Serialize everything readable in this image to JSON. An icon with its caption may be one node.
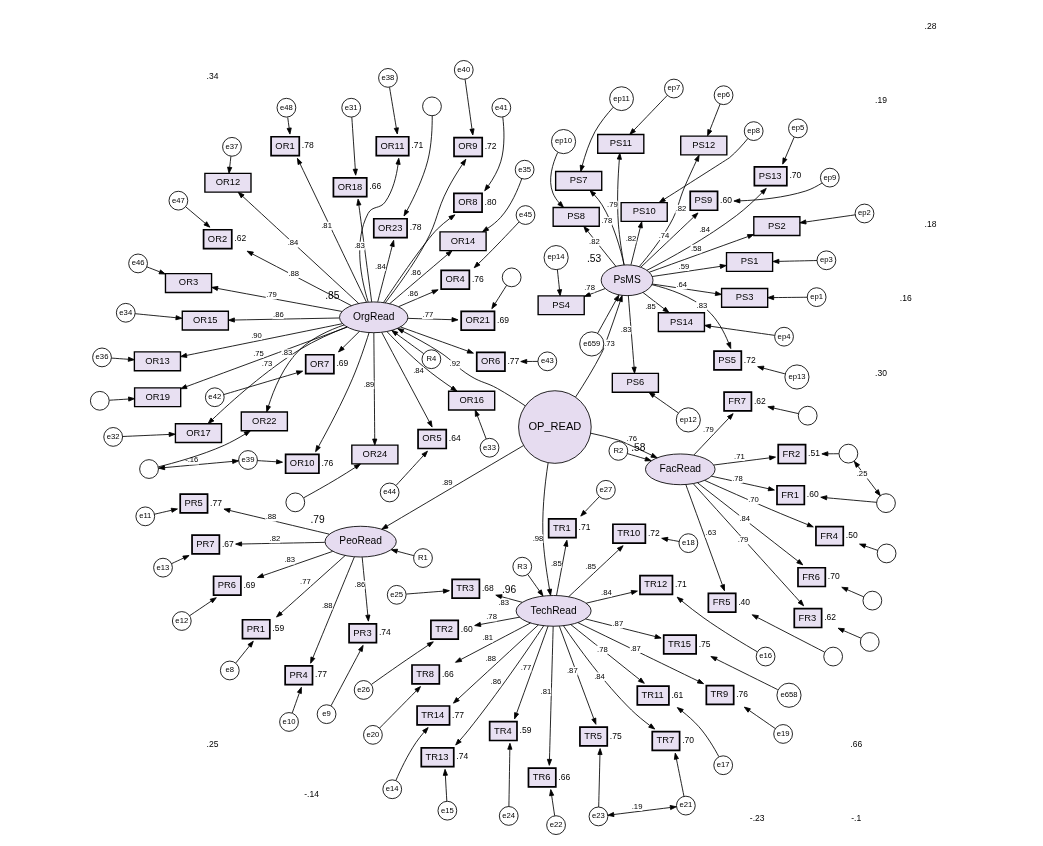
{
  "diagram": {
    "nodes": [
      {
        "text": [
          "OP_READ"
        ]
      },
      {
        "text": [
          "PeoRead"
        ],
        "beside": [
          ".79"
        ]
      },
      {
        "text": [
          "FacRead"
        ],
        "beside": [
          ".58"
        ]
      },
      {
        "text": [
          "OrgRead"
        ],
        "beside": [
          ".85"
        ]
      },
      {
        "text": [
          "PsMS"
        ],
        "beside": [
          ".53"
        ]
      },
      {
        "text": [
          "TechRead"
        ],
        "beside": [
          ".96"
        ]
      },
      {
        "text": [
          "R1"
        ]
      },
      {
        "text": [
          "R2"
        ]
      },
      {
        "text": [
          "R4"
        ]
      },
      {
        "text": [
          "e659"
        ]
      },
      {
        "text": [
          "R3"
        ]
      },
      {
        "text": [
          "PR1"
        ],
        "beside": [
          ".59"
        ]
      },
      {
        "text": [
          "e8"
        ]
      },
      {
        "text": [
          "PR3"
        ],
        "beside": [
          ".74"
        ]
      },
      {
        "text": [
          "e9"
        ]
      },
      {
        "text": [
          "PR4"
        ],
        "beside": [
          ".77"
        ]
      },
      {
        "text": [
          "e10"
        ]
      },
      {
        "text": [
          "PR5"
        ],
        "beside": [
          ".77"
        ]
      },
      {
        "text": [
          "e11"
        ]
      },
      {
        "text": [
          "PR6"
        ],
        "beside": [
          ".69"
        ]
      },
      {
        "text": [
          "e12"
        ]
      },
      {
        "text": [
          "PR7"
        ],
        "beside": [
          ".67"
        ]
      },
      {
        "text": [
          "e13"
        ]
      },
      {
        "text": [
          "FR7"
        ],
        "beside": [
          ".62"
        ]
      },
      {
        "text": [],
        "shape": "circle"
      },
      {
        "text": [
          "FR6"
        ],
        "beside": [
          ".70"
        ]
      },
      {
        "text": [],
        "shape": "circle"
      },
      {
        "text": [
          "FR5"
        ],
        "beside": [
          ".40"
        ]
      },
      {
        "text": [],
        "shape": "circle"
      },
      {
        "text": [
          "FR4"
        ],
        "beside": [
          ".50"
        ]
      },
      {
        "text": [],
        "shape": "circle"
      },
      {
        "text": [
          "FR3"
        ],
        "beside": [
          ".62"
        ]
      },
      {
        "text": [],
        "shape": "circle"
      },
      {
        "text": [
          "FR2"
        ],
        "beside": [
          ".51"
        ]
      },
      {
        "text": [],
        "shape": "circle"
      },
      {
        "text": [
          "FR1"
        ],
        "beside": [
          ".60"
        ]
      },
      {
        "text": [],
        "shape": "circle"
      },
      {
        "text": [
          "OR1"
        ],
        "beside": [
          ".78"
        ]
      },
      {
        "text": [
          "e48"
        ]
      },
      {
        "text": [
          "OR2"
        ],
        "beside": [
          ".62"
        ]
      },
      {
        "text": [
          "e47"
        ]
      },
      {
        "text": [
          "OR3"
        ]
      },
      {
        "text": [
          "e46"
        ]
      },
      {
        "text": [
          "OR4"
        ],
        "beside": [
          ".76"
        ]
      },
      {
        "text": [
          "e45"
        ]
      },
      {
        "text": [
          "OR5"
        ],
        "beside": [
          ".64"
        ]
      },
      {
        "text": [
          "e44"
        ]
      },
      {
        "text": [
          "OR6"
        ],
        "beside": [
          ".77"
        ]
      },
      {
        "text": [
          "e43"
        ]
      },
      {
        "text": [
          "OR7"
        ],
        "beside": [
          ".69"
        ]
      },
      {
        "text": [
          "e42"
        ]
      },
      {
        "text": [
          "OR8"
        ],
        "beside": [
          ".80"
        ]
      },
      {
        "text": [
          "e41"
        ]
      },
      {
        "text": [
          "OR9"
        ],
        "beside": [
          ".72"
        ]
      },
      {
        "text": [
          "e40"
        ]
      },
      {
        "text": [
          "OR10"
        ],
        "beside": [
          ".76"
        ]
      },
      {
        "text": [
          "e39"
        ]
      },
      {
        "text": [
          "OR11"
        ],
        "beside": [
          ".71"
        ]
      },
      {
        "text": [
          "e38"
        ]
      },
      {
        "text": [
          "OR12"
        ]
      },
      {
        "text": [
          "e37"
        ]
      },
      {
        "text": [
          "OR13"
        ]
      },
      {
        "text": [
          "e36"
        ]
      },
      {
        "text": [
          "OR14"
        ]
      },
      {
        "text": [
          "e35"
        ]
      },
      {
        "text": [
          "OR15"
        ]
      },
      {
        "text": [
          "e34"
        ]
      },
      {
        "text": [
          "OR16"
        ]
      },
      {
        "text": [
          "e33"
        ]
      },
      {
        "text": [
          "OR17"
        ]
      },
      {
        "text": [
          "e32"
        ]
      },
      {
        "text": [
          "OR18"
        ],
        "beside": [
          ".66"
        ]
      },
      {
        "text": [
          "e31"
        ]
      },
      {
        "text": [
          "OR19"
        ]
      },
      {
        "text": [],
        "shape": "circle"
      },
      {
        "text": [
          "OR21"
        ],
        "beside": [
          ".69"
        ]
      },
      {
        "text": [],
        "shape": "circle"
      },
      {
        "text": [
          "OR22"
        ]
      },
      {
        "text": [],
        "shape": "circle"
      },
      {
        "text": [
          "OR23"
        ],
        "beside": [
          ".78"
        ]
      },
      {
        "text": [],
        "shape": "circle"
      },
      {
        "text": [
          "OR24"
        ]
      },
      {
        "text": [],
        "shape": "circle"
      },
      {
        "text": [
          "PS13"
        ],
        "beside": [
          ".70"
        ]
      },
      {
        "text": [
          "ep5"
        ]
      },
      {
        "text": [
          "PS12"
        ]
      },
      {
        "text": [
          "ep6"
        ]
      },
      {
        "text": [
          "PS11"
        ]
      },
      {
        "text": [
          "ep7"
        ]
      },
      {
        "text": [
          "PS10"
        ]
      },
      {
        "text": [
          "ep8"
        ]
      },
      {
        "text": [
          "PS9"
        ],
        "beside": [
          ".60"
        ]
      },
      {
        "text": [
          "ep9"
        ]
      },
      {
        "text": [
          "PS7"
        ]
      },
      {
        "text": [
          "ep11"
        ]
      },
      {
        "text": [
          "PS6"
        ]
      },
      {
        "text": [
          "ep12"
        ]
      },
      {
        "text": [
          "PS5"
        ],
        "beside": [
          ".72"
        ]
      },
      {
        "text": [
          "ep13"
        ]
      },
      {
        "text": [
          "PS14"
        ]
      },
      {
        "text": [
          "ep4"
        ]
      },
      {
        "text": [
          "PS8"
        ]
      },
      {
        "text": [
          "ep10"
        ]
      },
      {
        "text": [
          "PS4"
        ]
      },
      {
        "text": [
          "ep14"
        ]
      },
      {
        "text": [
          "PS3"
        ]
      },
      {
        "text": [
          "ep1"
        ]
      },
      {
        "text": [
          "PS2"
        ]
      },
      {
        "text": [
          "ep2"
        ]
      },
      {
        "text": [
          "PS1"
        ]
      },
      {
        "text": [
          "ep3"
        ]
      },
      {
        "text": [
          "TR1"
        ],
        "beside": [
          ".71"
        ]
      },
      {
        "text": [
          "e27"
        ]
      },
      {
        "text": [
          "TR2"
        ],
        "beside": [
          ".60"
        ]
      },
      {
        "text": [
          "e26"
        ]
      },
      {
        "text": [
          "TR3"
        ],
        "beside": [
          ".68"
        ]
      },
      {
        "text": [
          "e25"
        ]
      },
      {
        "text": [
          "TR4"
        ],
        "beside": [
          ".59"
        ]
      },
      {
        "text": [
          "e24"
        ]
      },
      {
        "text": [
          "TR5"
        ],
        "beside": [
          ".75"
        ]
      },
      {
        "text": [
          "e23"
        ]
      },
      {
        "text": [
          "TR6"
        ],
        "beside": [
          ".66"
        ]
      },
      {
        "text": [
          "e22"
        ]
      },
      {
        "text": [
          "TR7"
        ],
        "beside": [
          ".70"
        ]
      },
      {
        "text": [
          "e21"
        ]
      },
      {
        "text": [
          "TR8"
        ],
        "beside": [
          ".66"
        ]
      },
      {
        "text": [
          "e20"
        ]
      },
      {
        "text": [
          "TR9"
        ],
        "beside": [
          ".76"
        ]
      },
      {
        "text": [
          "e19"
        ]
      },
      {
        "text": [
          "TR10"
        ],
        "beside": [
          ".72"
        ]
      },
      {
        "text": [
          "e18"
        ]
      },
      {
        "text": [
          "TR11"
        ],
        "beside": [
          ".61"
        ]
      },
      {
        "text": [
          "e17"
        ]
      },
      {
        "text": [
          "TR12"
        ],
        "beside": [
          ".71"
        ]
      },
      {
        "text": [
          "e16"
        ]
      },
      {
        "text": [
          "TR13"
        ],
        "beside": [
          ".74"
        ]
      },
      {
        "text": [
          "e15"
        ]
      },
      {
        "text": [
          "TR14"
        ],
        "beside": [
          ".77"
        ]
      },
      {
        "text": [
          "e14"
        ]
      },
      {
        "text": [
          "TR15"
        ],
        "beside": [
          ".75"
        ]
      },
      {
        "text": [
          "e658"
        ]
      }
    ],
    "edges": [
      {
        "from": 0,
        "to": 1,
        "arrow": "to",
        "label": ".89"
      },
      {
        "from": 0,
        "to": 2,
        "arrow": "to",
        "label": ".76"
      },
      {
        "from": 0,
        "to": 3,
        "arrow": "to",
        "label": ".92"
      },
      {
        "from": 0,
        "to": 4,
        "arrow": "to",
        "label": ".73"
      },
      {
        "from": 0,
        "to": 5,
        "arrow": "to",
        "label": ".98"
      },
      {
        "from": 6,
        "to": 1,
        "arrow": "to"
      },
      {
        "from": 7,
        "to": 2,
        "arrow": "to"
      },
      {
        "from": 8,
        "to": 3,
        "arrow": "to"
      },
      {
        "from": 9,
        "to": 4,
        "arrow": "to"
      },
      {
        "from": 10,
        "to": 5,
        "arrow": "to"
      },
      {
        "from": 1,
        "to": 11,
        "arrow": "to",
        "label": ".77"
      },
      {
        "from": 12,
        "to": 11,
        "arrow": "to"
      },
      {
        "from": 1,
        "to": 13,
        "arrow": "to",
        "label": ".86"
      },
      {
        "from": 14,
        "to": 13,
        "arrow": "to"
      },
      {
        "from": 1,
        "to": 15,
        "arrow": "to",
        "label": ".88"
      },
      {
        "from": 16,
        "to": 15,
        "arrow": "to"
      },
      {
        "from": 1,
        "to": 17,
        "arrow": "to",
        "label": ".88"
      },
      {
        "from": 18,
        "to": 17,
        "arrow": "to"
      },
      {
        "from": 1,
        "to": 19,
        "arrow": "to",
        "label": ".83"
      },
      {
        "from": 20,
        "to": 19,
        "arrow": "to"
      },
      {
        "from": 1,
        "to": 21,
        "arrow": "to",
        "label": ".82"
      },
      {
        "from": 22,
        "to": 21,
        "arrow": "to"
      },
      {
        "from": 2,
        "to": 23,
        "arrow": "to",
        "label": ".79"
      },
      {
        "from": 24,
        "to": 23,
        "arrow": "to"
      },
      {
        "from": 2,
        "to": 25,
        "arrow": "to",
        "label": ".84"
      },
      {
        "from": 26,
        "to": 25,
        "arrow": "to"
      },
      {
        "from": 2,
        "to": 27,
        "arrow": "to",
        "label": ".63"
      },
      {
        "from": 28,
        "to": 27,
        "arrow": "to"
      },
      {
        "from": 2,
        "to": 29,
        "arrow": "to",
        "label": ".70"
      },
      {
        "from": 30,
        "to": 29,
        "arrow": "to"
      },
      {
        "from": 2,
        "to": 31,
        "arrow": "to",
        "label": ".79"
      },
      {
        "from": 32,
        "to": 31,
        "arrow": "to"
      },
      {
        "from": 2,
        "to": 33,
        "arrow": "to",
        "label": ".71"
      },
      {
        "from": 34,
        "to": 33,
        "arrow": "to"
      },
      {
        "from": 2,
        "to": 35,
        "arrow": "to",
        "label": ".78"
      },
      {
        "from": 36,
        "to": 35,
        "arrow": "to"
      },
      {
        "from": 34,
        "to": 36,
        "arrow": "both",
        "label": ".25"
      },
      {
        "from": 3,
        "to": 37,
        "arrow": "to",
        "label": ".81"
      },
      {
        "from": 38,
        "to": 37,
        "arrow": "to"
      },
      {
        "from": 3,
        "to": 39,
        "arrow": "to",
        "label": ".88"
      },
      {
        "from": 40,
        "to": 39,
        "arrow": "to"
      },
      {
        "from": 3,
        "to": 41,
        "arrow": "to",
        "label": ".79"
      },
      {
        "from": 42,
        "to": 41,
        "arrow": "to"
      },
      {
        "from": 3,
        "to": 43,
        "arrow": "to",
        "label": ".86"
      },
      {
        "from": 44,
        "to": 43,
        "arrow": "to"
      },
      {
        "from": 3,
        "to": 45,
        "arrow": "to"
      },
      {
        "from": 46,
        "to": 45,
        "arrow": "to"
      },
      {
        "from": 3,
        "to": 47,
        "arrow": "to"
      },
      {
        "from": 48,
        "to": 47,
        "arrow": "to"
      },
      {
        "from": 3,
        "to": 49,
        "arrow": "to"
      },
      {
        "from": 50,
        "to": 49,
        "arrow": "to"
      },
      {
        "from": 3,
        "to": 51,
        "arrow": "to"
      },
      {
        "from": 52,
        "to": 51,
        "arrow": "to"
      },
      {
        "from": 3,
        "to": 53,
        "arrow": "to"
      },
      {
        "from": 54,
        "to": 53,
        "arrow": "to"
      },
      {
        "from": 3,
        "to": 55,
        "arrow": "to"
      },
      {
        "from": 56,
        "to": 55,
        "arrow": "to"
      },
      {
        "from": 3,
        "to": 57,
        "arrow": "to"
      },
      {
        "from": 58,
        "to": 57,
        "arrow": "to"
      },
      {
        "from": 3,
        "to": 59,
        "arrow": "to",
        "label": ".84"
      },
      {
        "from": 60,
        "to": 59,
        "arrow": "to"
      },
      {
        "from": 3,
        "to": 61,
        "arrow": "to",
        "label": ".90"
      },
      {
        "from": 62,
        "to": 61,
        "arrow": "to"
      },
      {
        "from": 3,
        "to": 63,
        "arrow": "to",
        "label": ".86"
      },
      {
        "from": 64,
        "to": 63,
        "arrow": "to"
      },
      {
        "from": 3,
        "to": 65,
        "arrow": "to",
        "label": ".86"
      },
      {
        "from": 66,
        "to": 65,
        "arrow": "to"
      },
      {
        "from": 3,
        "to": 67,
        "arrow": "to",
        "label": ".84"
      },
      {
        "from": 68,
        "to": 67,
        "arrow": "to"
      },
      {
        "from": 3,
        "to": 69,
        "arrow": "to",
        "label": ".73"
      },
      {
        "from": 70,
        "to": 69,
        "arrow": "to"
      },
      {
        "from": 3,
        "to": 71,
        "arrow": "to",
        "label": ".83"
      },
      {
        "from": 72,
        "to": 71,
        "arrow": "to"
      },
      {
        "from": 3,
        "to": 73,
        "arrow": "to",
        "label": ".75"
      },
      {
        "from": 74,
        "to": 73,
        "arrow": "to"
      },
      {
        "from": 3,
        "to": 75,
        "arrow": "to",
        "label": ".77"
      },
      {
        "from": 76,
        "to": 75,
        "arrow": "to"
      },
      {
        "from": 3,
        "to": 77,
        "arrow": "to",
        "label": ".83"
      },
      {
        "from": 78,
        "to": 77,
        "arrow": "to"
      },
      {
        "from": 3,
        "to": 79,
        "arrow": "to",
        "label": ".84"
      },
      {
        "from": 80,
        "to": 79,
        "arrow": "to"
      },
      {
        "from": 3,
        "to": 81,
        "arrow": "to",
        "label": ".89"
      },
      {
        "from": 82,
        "to": 81,
        "arrow": "to"
      },
      {
        "from": 56,
        "to": 78,
        "arrow": "both",
        "label": "-.16"
      },
      {
        "from": 4,
        "to": 83,
        "arrow": "to",
        "label": ".84"
      },
      {
        "from": 84,
        "to": 83,
        "arrow": "to"
      },
      {
        "from": 4,
        "to": 85,
        "arrow": "to",
        "label": ".82"
      },
      {
        "from": 86,
        "to": 85,
        "arrow": "to"
      },
      {
        "from": 4,
        "to": 87,
        "arrow": "to",
        "label": ".79"
      },
      {
        "from": 88,
        "to": 87,
        "arrow": "to"
      },
      {
        "from": 4,
        "to": 89,
        "arrow": "to",
        "label": ".82"
      },
      {
        "from": 90,
        "to": 89,
        "arrow": "to"
      },
      {
        "from": 4,
        "to": 91,
        "arrow": "to",
        "label": ".74"
      },
      {
        "from": 92,
        "to": 91,
        "arrow": "to"
      },
      {
        "from": 4,
        "to": 93,
        "arrow": "to",
        "label": ".78"
      },
      {
        "from": 94,
        "to": 93,
        "arrow": "to"
      },
      {
        "from": 4,
        "to": 95,
        "arrow": "to",
        "label": ".83"
      },
      {
        "from": 96,
        "to": 95,
        "arrow": "to"
      },
      {
        "from": 4,
        "to": 97,
        "arrow": "to",
        "label": ".83"
      },
      {
        "from": 98,
        "to": 97,
        "arrow": "to"
      },
      {
        "from": 4,
        "to": 99,
        "arrow": "to",
        "label": ".85"
      },
      {
        "from": 100,
        "to": 99,
        "arrow": "to"
      },
      {
        "from": 4,
        "to": 101,
        "arrow": "to",
        "label": ".82"
      },
      {
        "from": 102,
        "to": 101,
        "arrow": "to"
      },
      {
        "from": 4,
        "to": 103,
        "arrow": "to",
        "label": ".78"
      },
      {
        "from": 104,
        "to": 103,
        "arrow": "to"
      },
      {
        "from": 4,
        "to": 105,
        "arrow": "to",
        "label": ".64"
      },
      {
        "from": 106,
        "to": 105,
        "arrow": "to"
      },
      {
        "from": 4,
        "to": 107,
        "arrow": "to",
        "label": ".58"
      },
      {
        "from": 108,
        "to": 107,
        "arrow": "to"
      },
      {
        "from": 4,
        "to": 109,
        "arrow": "to",
        "label": ".59"
      },
      {
        "from": 110,
        "to": 109,
        "arrow": "to"
      },
      {
        "from": 5,
        "to": 111,
        "arrow": "to",
        "label": ".85"
      },
      {
        "from": 112,
        "to": 111,
        "arrow": "to"
      },
      {
        "from": 5,
        "to": 113,
        "arrow": "to",
        "label": ".78"
      },
      {
        "from": 114,
        "to": 113,
        "arrow": "to"
      },
      {
        "from": 5,
        "to": 115,
        "arrow": "to",
        "label": ".83"
      },
      {
        "from": 116,
        "to": 115,
        "arrow": "to"
      },
      {
        "from": 5,
        "to": 117,
        "arrow": "to",
        "label": ".77"
      },
      {
        "from": 118,
        "to": 117,
        "arrow": "to"
      },
      {
        "from": 5,
        "to": 119,
        "arrow": "to",
        "label": ".87"
      },
      {
        "from": 120,
        "to": 119,
        "arrow": "to"
      },
      {
        "from": 5,
        "to": 121,
        "arrow": "to",
        "label": ".81"
      },
      {
        "from": 122,
        "to": 121,
        "arrow": "to"
      },
      {
        "from": 5,
        "to": 123,
        "arrow": "to",
        "label": ".84"
      },
      {
        "from": 124,
        "to": 123,
        "arrow": "to"
      },
      {
        "from": 5,
        "to": 125,
        "arrow": "to",
        "label": ".81"
      },
      {
        "from": 126,
        "to": 125,
        "arrow": "to"
      },
      {
        "from": 5,
        "to": 127,
        "arrow": "to",
        "label": ".87"
      },
      {
        "from": 128,
        "to": 127,
        "arrow": "to"
      },
      {
        "from": 5,
        "to": 129,
        "arrow": "to",
        "label": ".85"
      },
      {
        "from": 130,
        "to": 129,
        "arrow": "to"
      },
      {
        "from": 5,
        "to": 131,
        "arrow": "to",
        "label": ".78"
      },
      {
        "from": 132,
        "to": 131,
        "arrow": "to"
      },
      {
        "from": 5,
        "to": 133,
        "arrow": "to",
        "label": ".84"
      },
      {
        "from": 134,
        "to": 133,
        "arrow": "to"
      },
      {
        "from": 5,
        "to": 135,
        "arrow": "to",
        "label": ".86"
      },
      {
        "from": 136,
        "to": 135,
        "arrow": "to"
      },
      {
        "from": 5,
        "to": 137,
        "arrow": "to",
        "label": ".88"
      },
      {
        "from": 138,
        "to": 137,
        "arrow": "to"
      },
      {
        "from": 5,
        "to": 139,
        "arrow": "to",
        "label": ".87"
      },
      {
        "from": 140,
        "to": 139,
        "arrow": "to"
      },
      {
        "from": 120,
        "to": 124,
        "arrow": "both",
        "label": ".19"
      }
    ],
    "labels": [
      ".66",
      ".25",
      ".30",
      ".19",
      ".34",
      ".16",
      "-.14",
      "-.23",
      "-.1",
      ".18",
      ".28"
    ]
  }
}
